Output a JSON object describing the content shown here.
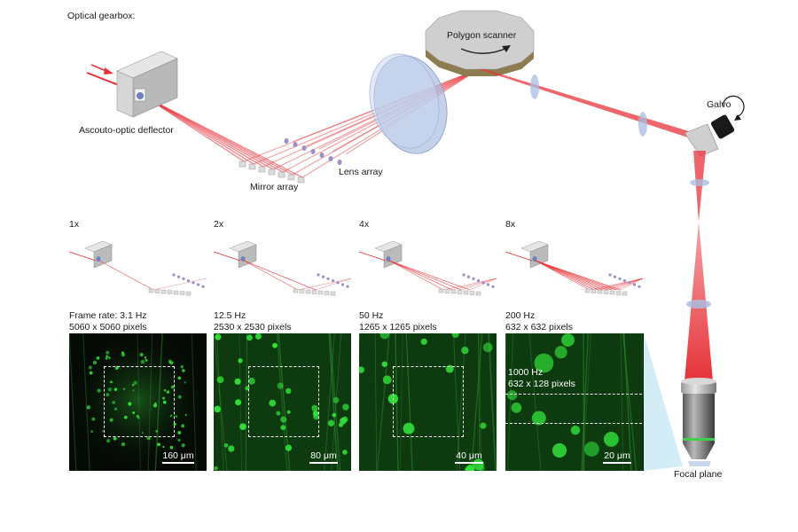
{
  "title": "Optical gearbox:",
  "components": {
    "polygon_scanner": "Polygon scanner",
    "galvo": "Galvo",
    "aod": "Ascouto-optic deflector",
    "mirror_array": "Mirror array",
    "lens_array": "Lens array",
    "focal_plane": "Focal plane"
  },
  "panels": [
    {
      "zoom": "1x",
      "rate_line": "Frame rate: 3.1 Hz",
      "pixels_line": "5060 x 5060 pixels",
      "scale_bar": "160 μm"
    },
    {
      "zoom": "2x",
      "rate_line": "12.5 Hz",
      "pixels_line": "2530 x 2530 pixels",
      "scale_bar": "80 μm"
    },
    {
      "zoom": "4x",
      "rate_line": "50 Hz",
      "pixels_line": "1265 x 1265 pixels",
      "scale_bar": "40 μm"
    },
    {
      "zoom": "8x",
      "rate_line": "200 Hz",
      "pixels_line": "632 x 632 pixels",
      "scale_bar": "20 μm"
    }
  ],
  "subframe": {
    "rate_line": "1000 Hz",
    "pixels_line": "632 x 128 pixels"
  },
  "colors": {
    "beam": "#e8333a",
    "fluorescence": "#32e23a",
    "lens": "#aabde0",
    "housing": "#c8c8c8"
  }
}
